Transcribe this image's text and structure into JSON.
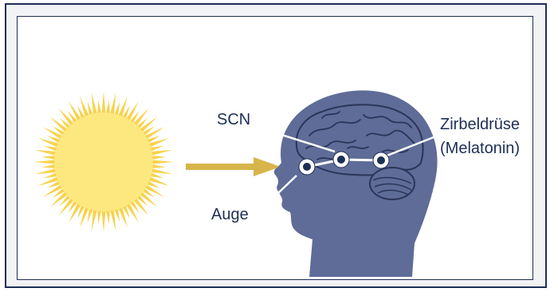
{
  "labels": {
    "scn": "SCN",
    "pineal_line1": "Zirbeldrüse",
    "pineal_line2": "(Melatonin)",
    "eye": "Auge"
  },
  "colors": {
    "frame_border": "#1d2f56",
    "frame_bg": "#f2f3f5",
    "sun_core": "#fde880",
    "sun_rays": "#f7d34e",
    "arrow": "#d7b54a",
    "head": "#5f6c98",
    "brain_lines": "#2b3558",
    "node_fill": "#1d2f56",
    "pointer": "#ffffff",
    "text": "#1d2f56"
  },
  "icons": [
    "sun-icon",
    "arrow-right-icon",
    "head-silhouette-icon",
    "brain-icon"
  ]
}
